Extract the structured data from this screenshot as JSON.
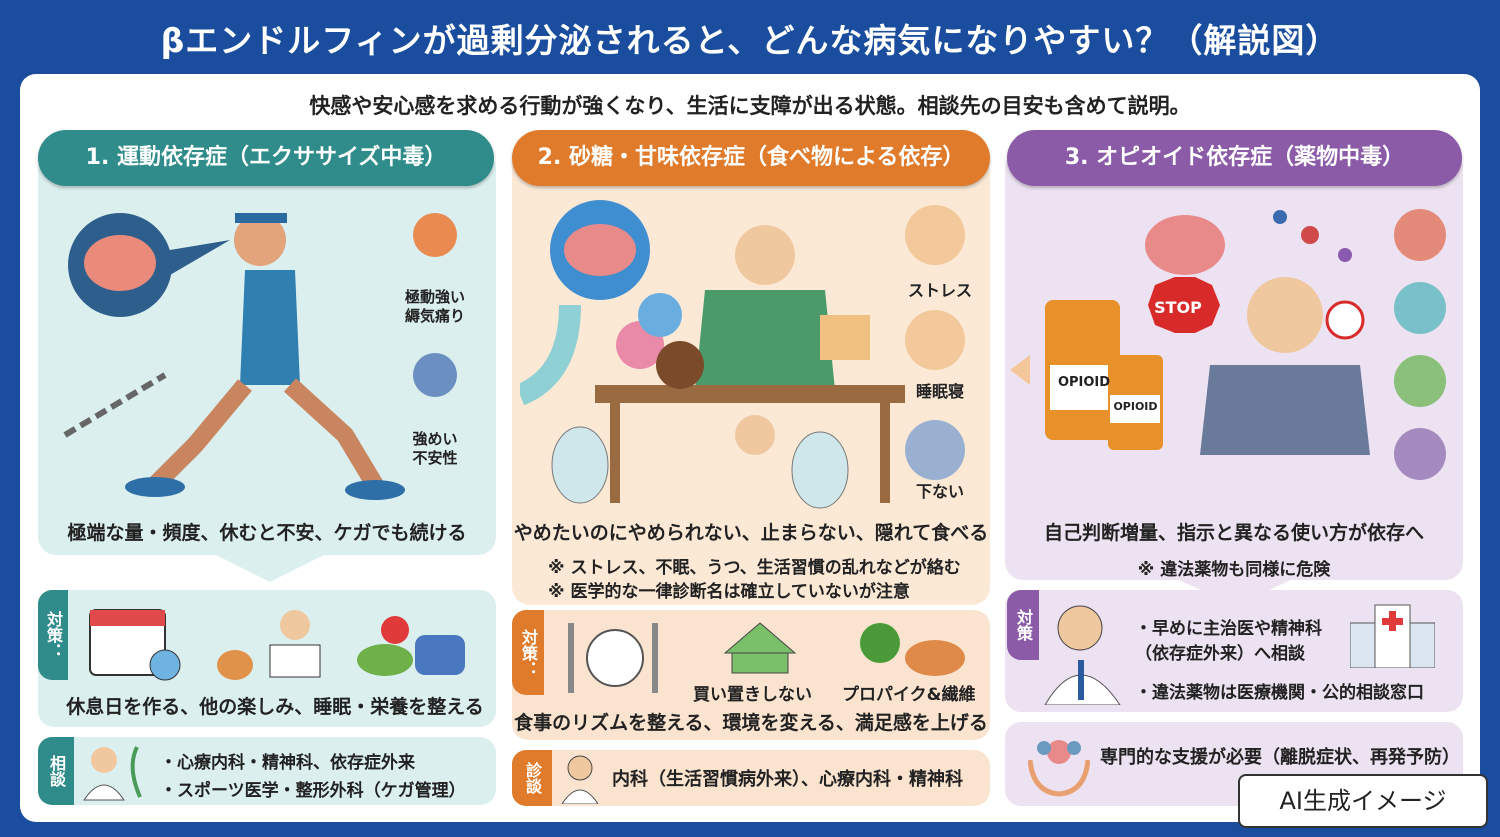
{
  "title": "βエンドルフィンが過剰分泌されると、どんな病気になりやすい？（解説図）",
  "subtitle": "快感や安心感を求める行動が強くなり、生活に支障が出る状態。相談先の目安も含めて説明。",
  "colors": {
    "background": "#1a4d9e",
    "teal": "#2f8c8a",
    "orange": "#e07b2b",
    "purple": "#8b5ba8"
  },
  "sections": [
    {
      "header": "1. 運動依存症（エクササイズ中毒）",
      "side_labels": [
        "極動強い\n縟気痛り",
        "強めい\n不安性"
      ],
      "caption": "極端な量・頻度、休むと不安、ケガでも続ける",
      "countermeasure_tag": "対策：",
      "countermeasure_icons": [
        "calendar-icon",
        "guitar-icon",
        "reading-person-icon",
        "salad-icon",
        "pillow-icon"
      ],
      "countermeasure": "休息日を作る、他の楽しみ、睡眠・栄養を整える",
      "consult_tag": "相談",
      "consult": [
        "・心療内科・精神科、依存症外来",
        "・スポーツ医学・整形外科（ケガ管理）"
      ]
    },
    {
      "header": "2. 砂糖・甘味依存症（食べ物による依存）",
      "side_labels": [
        "ストレス",
        "睡眠寝",
        "下ない"
      ],
      "caption": "やめたいのにやめられない、止まらない、隠れて食べる",
      "notes": [
        "※ ストレス、不眠、うつ、生活習慣の乱れなどが絡む",
        "※ 医学的な一律診断名は確立していないが注意"
      ],
      "countermeasure_tag": "対策：",
      "countermeasure_items": [
        "買い置きしない",
        "プロパイク&繊維"
      ],
      "countermeasure": "食事のリズムを整える、環境を変える、満足感を上げる",
      "consult_tag": "診談",
      "consult": [
        "内科（生活習慣病外来）、心療内科・精神科"
      ]
    },
    {
      "header": "3. オピオイド依存症（薬物中毒）",
      "illustration_text": {
        "stop": "STOP",
        "bottle1": "OPIOID",
        "bottle2": "OPIOID"
      },
      "caption": "自己判断増量、指示と異なる使い方が依存へ",
      "notes": [
        "※ 違法薬物も同様に危険"
      ],
      "countermeasure_tag": "対策",
      "countermeasure_list": [
        "・早めに主治医や精神科\n（依存症外来）へ相談",
        "・違法薬物は医療機関・公的相談窓口"
      ],
      "support": "専門的な支援が必要（離脱症状、再発予防）"
    }
  ],
  "badge": "AI生成イメージ"
}
